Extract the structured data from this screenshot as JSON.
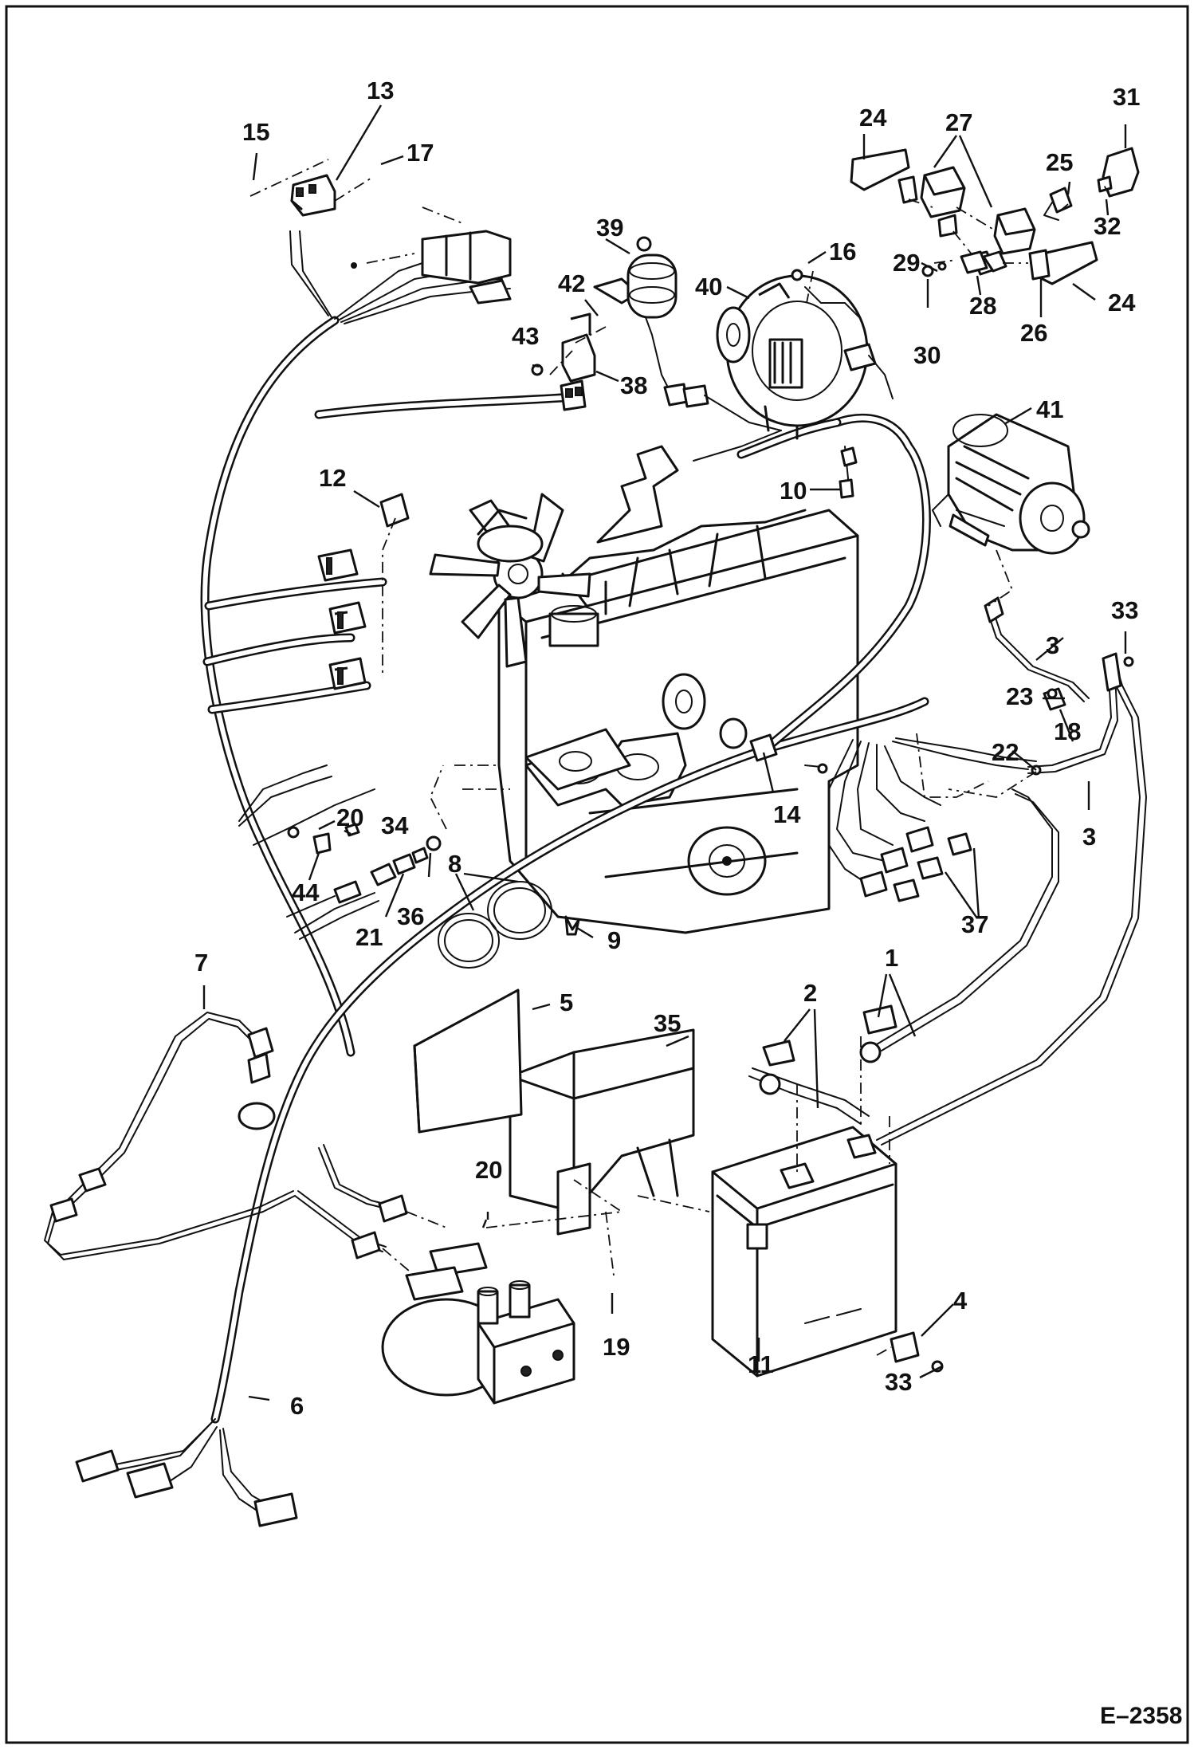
{
  "drawing_number": "E–2358",
  "callouts": [
    {
      "id": "c1",
      "text": "1"
    },
    {
      "id": "c2",
      "text": "2"
    },
    {
      "id": "c3a",
      "text": "3"
    },
    {
      "id": "c3b",
      "text": "3"
    },
    {
      "id": "c4",
      "text": "4"
    },
    {
      "id": "c5",
      "text": "5"
    },
    {
      "id": "c6",
      "text": "6"
    },
    {
      "id": "c7",
      "text": "7"
    },
    {
      "id": "c8",
      "text": "8"
    },
    {
      "id": "c9",
      "text": "9"
    },
    {
      "id": "c10",
      "text": "10"
    },
    {
      "id": "c11",
      "text": "11"
    },
    {
      "id": "c12",
      "text": "12"
    },
    {
      "id": "c13",
      "text": "13"
    },
    {
      "id": "c14",
      "text": "14"
    },
    {
      "id": "c15",
      "text": "15"
    },
    {
      "id": "c16",
      "text": "16"
    },
    {
      "id": "c17",
      "text": "17"
    },
    {
      "id": "c18",
      "text": "18"
    },
    {
      "id": "c19",
      "text": "19"
    },
    {
      "id": "c20a",
      "text": "20"
    },
    {
      "id": "c20b",
      "text": "20"
    },
    {
      "id": "c21",
      "text": "21"
    },
    {
      "id": "c22",
      "text": "22"
    },
    {
      "id": "c23",
      "text": "23"
    },
    {
      "id": "c24a",
      "text": "24"
    },
    {
      "id": "c24b",
      "text": "24"
    },
    {
      "id": "c25",
      "text": "25"
    },
    {
      "id": "c26",
      "text": "26"
    },
    {
      "id": "c27",
      "text": "27"
    },
    {
      "id": "c28",
      "text": "28"
    },
    {
      "id": "c29",
      "text": "29"
    },
    {
      "id": "c30",
      "text": "30"
    },
    {
      "id": "c31",
      "text": "31"
    },
    {
      "id": "c32",
      "text": "32"
    },
    {
      "id": "c33a",
      "text": "33"
    },
    {
      "id": "c33b",
      "text": "33"
    },
    {
      "id": "c34",
      "text": "34"
    },
    {
      "id": "c35",
      "text": "35"
    },
    {
      "id": "c36",
      "text": "36"
    },
    {
      "id": "c37",
      "text": "37"
    },
    {
      "id": "c38",
      "text": "38"
    },
    {
      "id": "c39",
      "text": "39"
    },
    {
      "id": "c40",
      "text": "40"
    },
    {
      "id": "c41",
      "text": "41"
    },
    {
      "id": "c42",
      "text": "42"
    },
    {
      "id": "c43",
      "text": "43"
    },
    {
      "id": "c44",
      "text": "44"
    }
  ]
}
